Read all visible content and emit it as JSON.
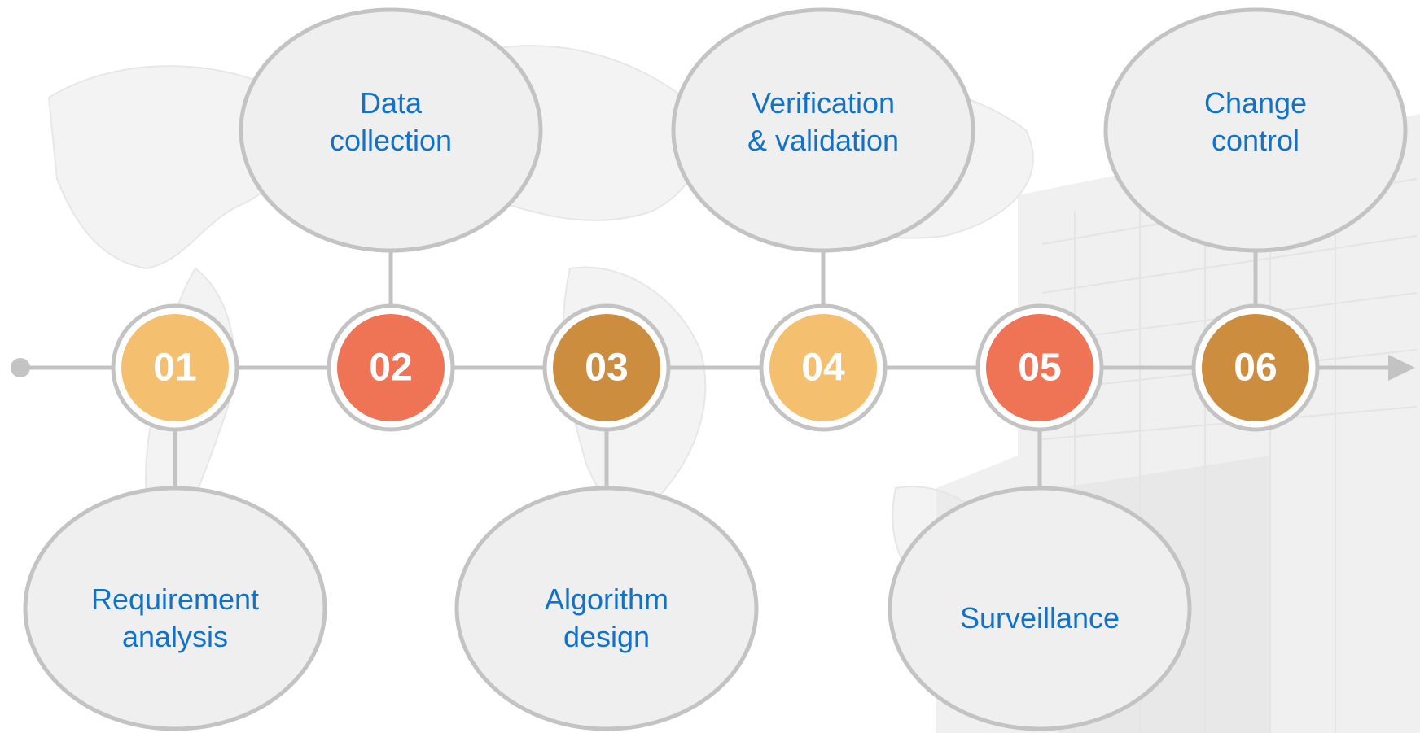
{
  "steps": [
    {
      "number": "01",
      "label": "Requirement\nanalysis",
      "color": "#f4c06f",
      "position": "below"
    },
    {
      "number": "02",
      "label": "Data\ncollection",
      "color": "#ef7355",
      "position": "above"
    },
    {
      "number": "03",
      "label": "Algorithm\ndesign",
      "color": "#cd8d3f",
      "position": "below"
    },
    {
      "number": "04",
      "label": "Verification\n& validation",
      "color": "#f4c06f",
      "position": "above"
    },
    {
      "number": "05",
      "label": "Surveillance",
      "color": "#ef7355",
      "position": "below"
    },
    {
      "number": "06",
      "label": "Change\ncontrol",
      "color": "#cd8d3f",
      "position": "above"
    }
  ],
  "colors": {
    "label_text": "#1272c6",
    "line": "#c3c3c3",
    "ellipse_fill": "#efefef",
    "ellipse_stroke": "#c3c3c3",
    "number_text": "#ffffff"
  },
  "icons": {
    "start": "start-dot-icon",
    "end": "arrow-right-icon"
  }
}
